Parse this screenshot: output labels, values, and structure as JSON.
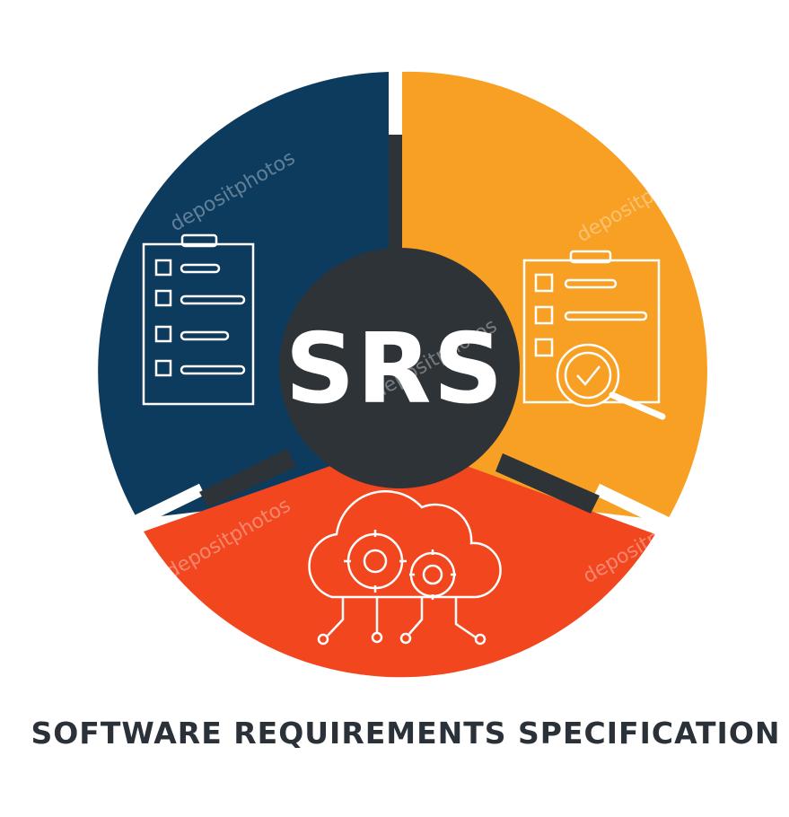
{
  "diagram": {
    "center_label": "SRS",
    "caption": "SOFTWARE REQUIREMENTS SPECIFICATION",
    "segments": [
      {
        "key": "left",
        "icon": "checklist-clipboard-icon",
        "color": "#0d3b5e"
      },
      {
        "key": "right",
        "icon": "clipboard-magnifier-check-icon",
        "color": "#f8a023"
      },
      {
        "key": "bottom",
        "icon": "cloud-gears-circuit-icon",
        "color": "#f2461f"
      }
    ],
    "center_color": "#2e3338",
    "caption_color": "#2b3138"
  },
  "watermark": {
    "text": "depositphotos"
  }
}
